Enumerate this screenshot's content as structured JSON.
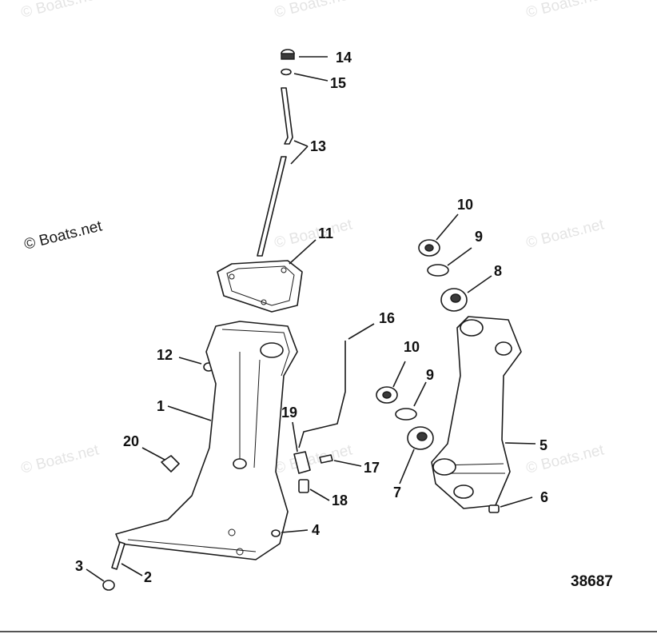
{
  "watermark": "© Boats.net",
  "diagram_number": "38687",
  "callouts": [
    {
      "id": "c1",
      "label": "1"
    },
    {
      "id": "c2",
      "label": "2"
    },
    {
      "id": "c3",
      "label": "3"
    },
    {
      "id": "c4",
      "label": "4"
    },
    {
      "id": "c5",
      "label": "5"
    },
    {
      "id": "c6",
      "label": "6"
    },
    {
      "id": "c7",
      "label": "7"
    },
    {
      "id": "c8",
      "label": "8"
    },
    {
      "id": "c9a",
      "label": "9"
    },
    {
      "id": "c9b",
      "label": "9"
    },
    {
      "id": "c10a",
      "label": "10"
    },
    {
      "id": "c10b",
      "label": "10"
    },
    {
      "id": "c11",
      "label": "11"
    },
    {
      "id": "c12",
      "label": "12"
    },
    {
      "id": "c13",
      "label": "13"
    },
    {
      "id": "c14",
      "label": "14"
    },
    {
      "id": "c15",
      "label": "15"
    },
    {
      "id": "c16",
      "label": "16"
    },
    {
      "id": "c17",
      "label": "17"
    },
    {
      "id": "c18",
      "label": "18"
    },
    {
      "id": "c19",
      "label": "19"
    },
    {
      "id": "c20",
      "label": "20"
    }
  ]
}
